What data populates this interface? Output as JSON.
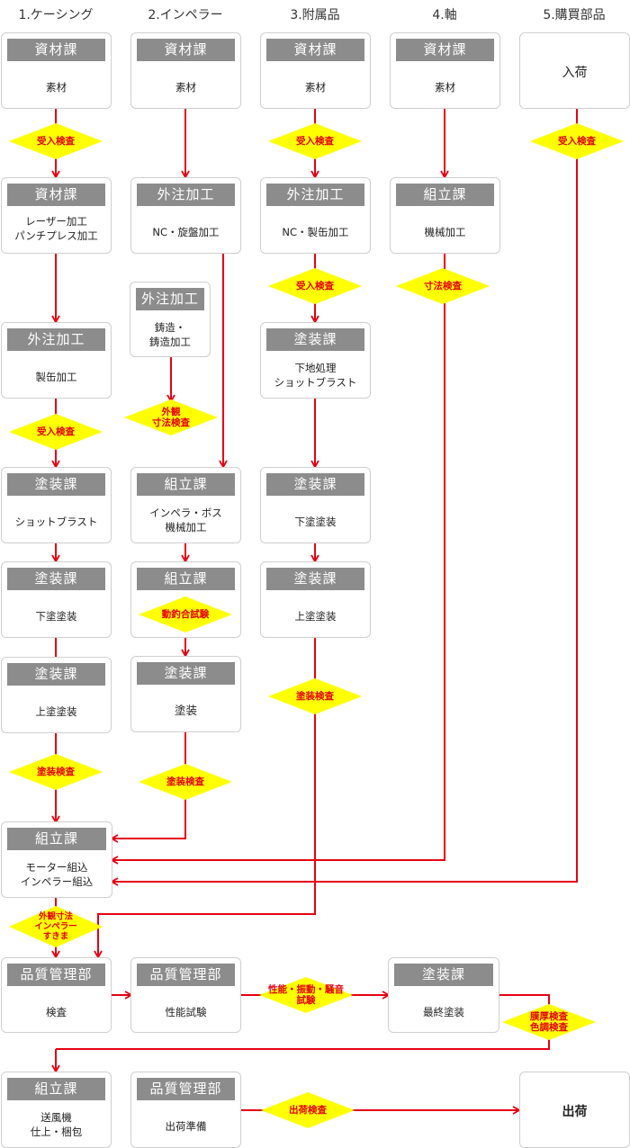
{
  "columns": [
    "1.ケーシング",
    "2.インペラー",
    "3.附属品",
    "4.軸",
    "5.購買部品"
  ],
  "boxes": [
    {
      "id": "c1_1",
      "dept": "資材課",
      "body": "素材"
    },
    {
      "id": "c1_2",
      "dept": "資材課",
      "body": "レーザー加工\nパンチプレス加工"
    },
    {
      "id": "c1_3",
      "dept": "外注加工",
      "body": "製缶加工"
    },
    {
      "id": "c1_4",
      "dept": "塗装課",
      "body": "ショットブラスト"
    },
    {
      "id": "c1_5",
      "dept": "塗装課",
      "body": "下塗塗装"
    },
    {
      "id": "c1_6",
      "dept": "塗装課",
      "body": "上塗塗装"
    },
    {
      "id": "c1_7",
      "dept": "組立課",
      "body": "モーター組込\nインペラー組込"
    },
    {
      "id": "c2_1",
      "dept": "資材課",
      "body": "素材"
    },
    {
      "id": "c2_2",
      "dept": "外注加工",
      "body": "NC・旋盤加工"
    },
    {
      "id": "c2_3",
      "dept": "外注加工",
      "body": "鋳造・\n鋳造加工"
    },
    {
      "id": "c2_4",
      "dept": "組立課",
      "body": "インペラ・ボス\n機械加工"
    },
    {
      "id": "c2_5",
      "dept": "組立課",
      "body": ""
    },
    {
      "id": "c2_6",
      "dept": "塗装課",
      "body": "塗装"
    },
    {
      "id": "c3_1",
      "dept": "資材課",
      "body": "素材"
    },
    {
      "id": "c3_2",
      "dept": "外注加工",
      "body": "NC・製缶加工"
    },
    {
      "id": "c3_3",
      "dept": "塗装課",
      "body": "下地処理\nショットブラスト"
    },
    {
      "id": "c3_4",
      "dept": "塗装課",
      "body": "下塗塗装"
    },
    {
      "id": "c3_5",
      "dept": "塗装課",
      "body": "上塗塗装"
    },
    {
      "id": "c4_1",
      "dept": "資材課",
      "body": "素材"
    },
    {
      "id": "c4_2",
      "dept": "組立課",
      "body": "機械加工"
    },
    {
      "id": "c5_1",
      "dept": "",
      "body": "入荷"
    },
    {
      "id": "b_1",
      "dept": "品質管理部",
      "body": "検査"
    },
    {
      "id": "b_2",
      "dept": "品質管理部",
      "body": "性能試験"
    },
    {
      "id": "b_3",
      "dept": "塗装課",
      "body": "最終塗装"
    },
    {
      "id": "b_4",
      "dept": "組立課",
      "body": "送風機\n仕上・梱包"
    },
    {
      "id": "b_5",
      "dept": "品質管理部",
      "body": "出荷準備"
    },
    {
      "id": "b_6",
      "dept": "",
      "body": "出荷"
    }
  ],
  "diamonds": [
    {
      "id": "d_c1_1",
      "text": "受入検査"
    },
    {
      "id": "d_c1_2",
      "text": "受入検査"
    },
    {
      "id": "d_c1_3",
      "text": "塗装検査"
    },
    {
      "id": "d_c1_4",
      "text": "外観寸法\nインペラー\nすきま"
    },
    {
      "id": "d_c2_1",
      "text": "外観\n寸法検査"
    },
    {
      "id": "d_c2_2",
      "text": "動釣合試験"
    },
    {
      "id": "d_c2_3",
      "text": "塗装検査"
    },
    {
      "id": "d_c3_1",
      "text": "受入検査"
    },
    {
      "id": "d_c3_2",
      "text": "受入検査"
    },
    {
      "id": "d_c3_3",
      "text": "塗装検査"
    },
    {
      "id": "d_c4_1",
      "text": "寸法検査"
    },
    {
      "id": "d_c5_1",
      "text": "受入検査"
    },
    {
      "id": "d_b_1",
      "text": "性能・振動・騒音\n試験"
    },
    {
      "id": "d_b_2",
      "text": "膜厚検査\n色調検査"
    },
    {
      "id": "d_b_3",
      "text": "出荷検査"
    }
  ],
  "colors": {
    "arrow": "#e60012",
    "diamond": "#ffff00",
    "dept_header": "#8c8c8c",
    "border": "#cfcfcf"
  }
}
